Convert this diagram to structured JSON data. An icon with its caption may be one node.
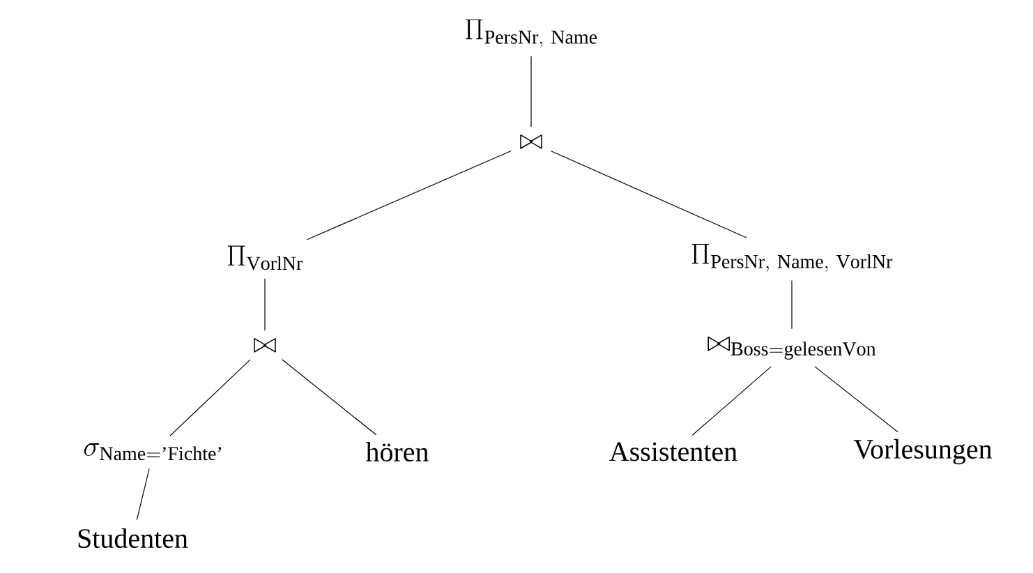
{
  "diagram": {
    "nodes": [
      {
        "text": [
          "\\Pi_{\\mathrm{PersNr,\\ Name}}"
        ]
      },
      {
        "text": [
          "\\bowtie"
        ]
      },
      {
        "text": [
          "\\Pi_{\\mathrm{VorlNr}}"
        ]
      },
      {
        "text": [
          "\\Pi_{\\mathrm{PersNr,\\ Name,\\ VorlNr}}"
        ]
      },
      {
        "text": [
          "\\bowtie"
        ]
      },
      {
        "text": [
          "\\bowtie_{\\mathrm{Boss=gelesenVon}}"
        ]
      },
      {
        "text": [
          "\\sigma_{\\mathrm{Name}=\\text{'Fichte'}}"
        ]
      },
      {
        "text": [
          "hören"
        ]
      },
      {
        "text": [
          "Assistenten"
        ]
      },
      {
        "text": [
          "Vorlesungen"
        ]
      },
      {
        "text": [
          "Studenten"
        ]
      }
    ],
    "edges": [
      {
        "from": 0,
        "to": 1,
        "arrow": "none"
      },
      {
        "from": 1,
        "to": 2,
        "arrow": "none"
      },
      {
        "from": 1,
        "to": 3,
        "arrow": "none"
      },
      {
        "from": 2,
        "to": 4,
        "arrow": "none"
      },
      {
        "from": 4,
        "to": 6,
        "arrow": "none"
      },
      {
        "from": 4,
        "to": 7,
        "arrow": "none"
      },
      {
        "from": 3,
        "to": 5,
        "arrow": "none"
      },
      {
        "from": 5,
        "to": 8,
        "arrow": "none"
      },
      {
        "from": 5,
        "to": 9,
        "arrow": "none"
      },
      {
        "from": 6,
        "to": 10,
        "arrow": "none"
      }
    ]
  }
}
